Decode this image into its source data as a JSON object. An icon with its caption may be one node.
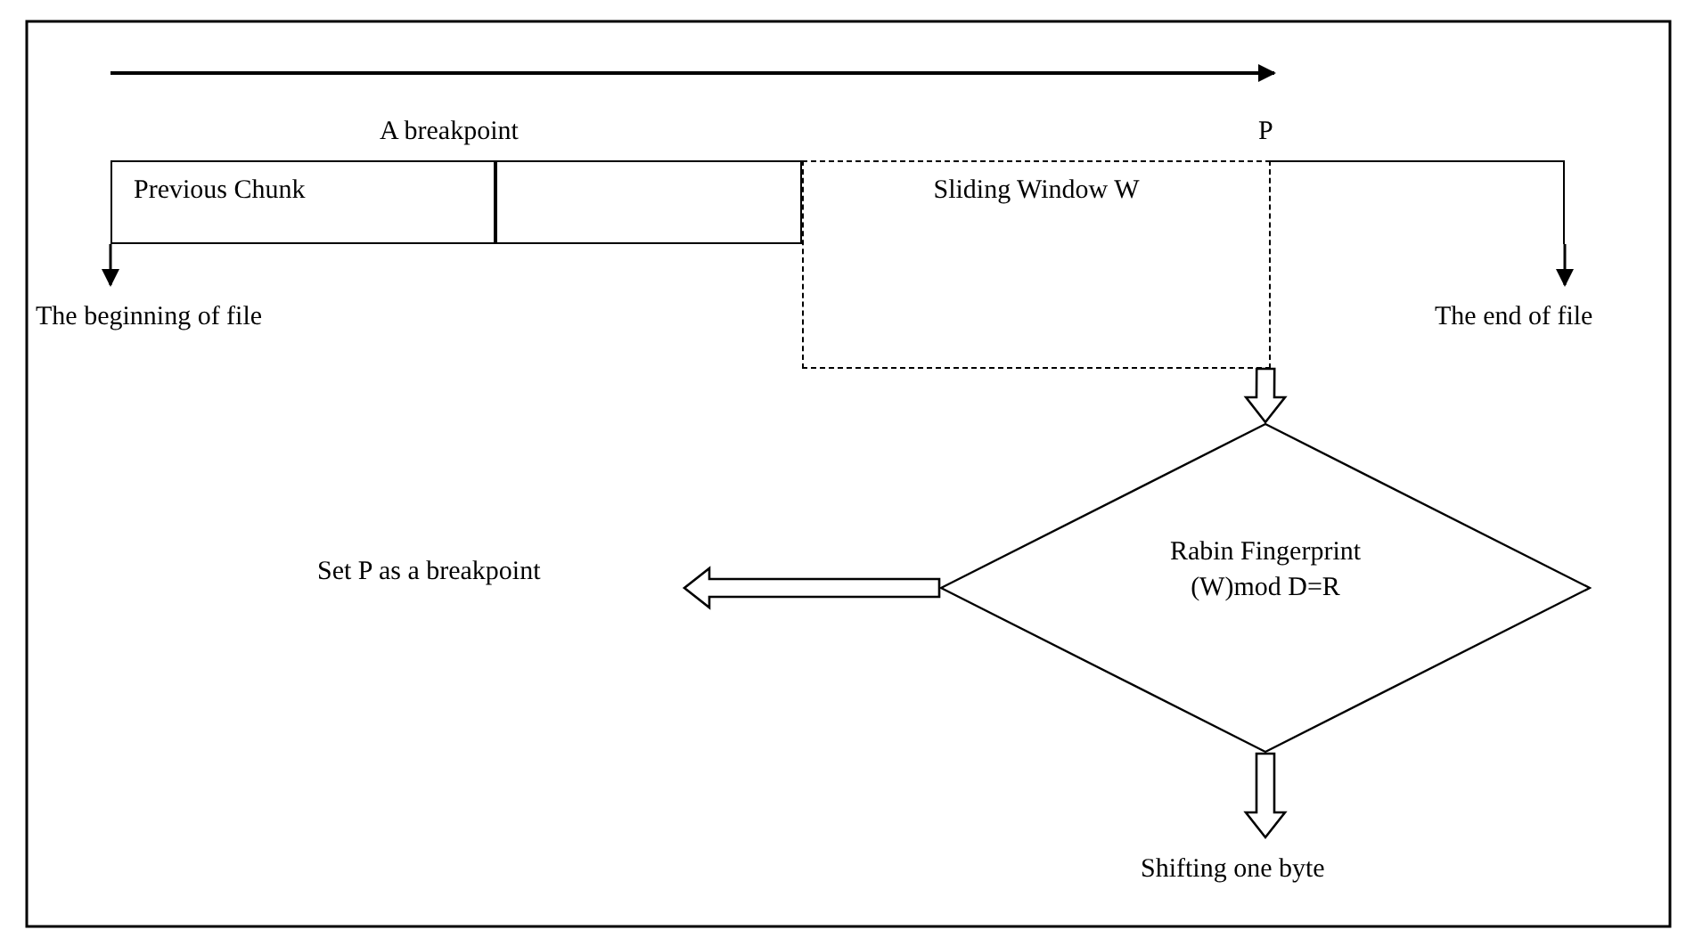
{
  "diagram": {
    "nodes": [
      {
        "text": [
          "Previous Chunk"
        ]
      },
      {
        "text": [],
        "shape": "box"
      },
      {
        "text": [
          "Sliding Window W"
        ]
      },
      {
        "text": [],
        "shape": "box"
      },
      {
        "text": [
          "The beginning of file"
        ]
      },
      {
        "text": [
          "The end of file"
        ]
      },
      {
        "text": [
          "Rabin Fingerprint",
          "(W)mod D=R"
        ]
      },
      {
        "text": [
          "Set P as a breakpoint"
        ]
      },
      {
        "text": [
          "Shifting one byte"
        ]
      }
    ],
    "edges": [
      {
        "from": 0,
        "to": 4,
        "arrow": "to"
      },
      {
        "from": 3,
        "to": 5,
        "arrow": "to"
      },
      {
        "from": 2,
        "to": 6,
        "arrow": "to",
        "style": "thick"
      },
      {
        "from": 6,
        "to": 7,
        "arrow": "to",
        "style": "thick"
      },
      {
        "from": 6,
        "to": 8,
        "arrow": "to",
        "style": "thick"
      }
    ],
    "labels": [
      "A breakpoint",
      "P"
    ]
  }
}
